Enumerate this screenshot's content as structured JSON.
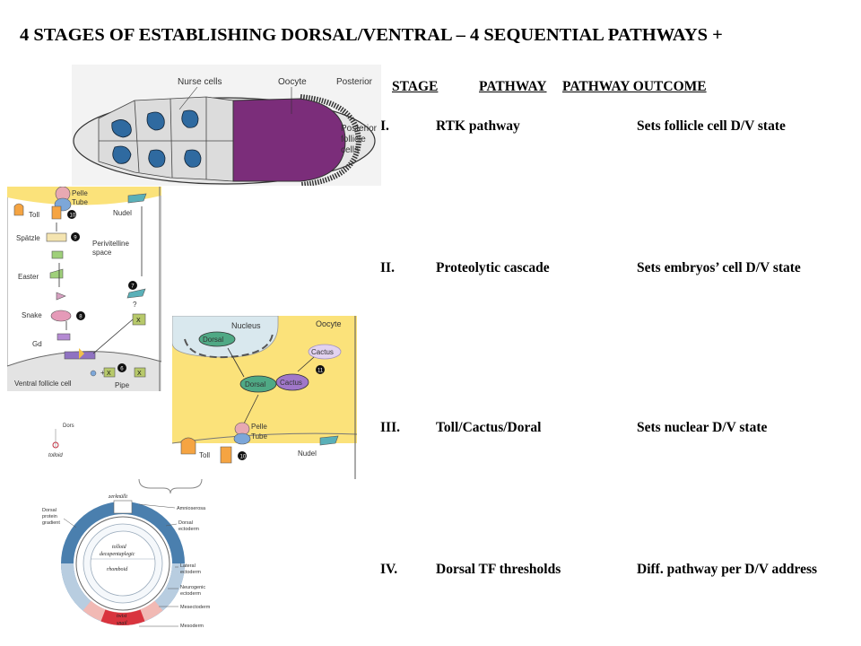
{
  "slide": {
    "title": "4 STAGES OF ESTABLISHING DORSAL/VENTRAL – 4 SEQUENTIAL PATHWAYS +"
  },
  "table": {
    "headers": {
      "stage": "STAGE",
      "pathway": "PATHWAY",
      "outcome": "PATHWAY OUTCOME"
    },
    "rows": [
      {
        "stage": "I.",
        "pathway": "RTK pathway",
        "outcome": "Sets follicle cell D/V state"
      },
      {
        "stage": "II.",
        "pathway": "Proteolytic cascade",
        "outcome": "Sets embryos’ cell D/V state"
      },
      {
        "stage": "III.",
        "pathway": "Toll/Cactus/Doral",
        "outcome": "Sets nuclear D/V state"
      },
      {
        "stage": "IV.",
        "pathway": "Dorsal TF thresholds",
        "outcome": "Diff. pathway per D/V address"
      }
    ]
  },
  "egg_chamber": {
    "labels": {
      "nurse_cells": "Nurse cells",
      "oocyte": "Oocyte",
      "posterior": "Posterior",
      "posterior_follicle_1": "Posterior",
      "posterior_follicle_2": "follicle",
      "posterior_follicle_3": "cells"
    }
  },
  "cascade": {
    "labels": {
      "pelle": "Pelle",
      "tube": "Tube",
      "toll": "Toll",
      "nudel": "Nudel",
      "spatzle": "Spätzle",
      "perivitelline_1": "Perivitelline",
      "perivitelline_2": "space",
      "easter": "Easter",
      "snake": "Snake",
      "gd": "Gd",
      "ventral_follicle": "Ventral follicle cell",
      "pipe": "Pipe",
      "x1": "X",
      "x2": "X",
      "x3": "X",
      "q": "?",
      "plus": "+",
      "n10": "10",
      "n9": "9",
      "n8": "8",
      "n7": "7",
      "n6": "6"
    }
  },
  "nuclear": {
    "labels": {
      "nucleus": "Nucleus",
      "oocyte": "Oocyte",
      "dorsal_nuc": "Dorsal",
      "cactus_free": "Cactus",
      "dorsal": "Dorsal",
      "cactus": "Cactus",
      "n11": "11",
      "pelle": "Pelle",
      "tube": "Tube",
      "toll": "Toll",
      "n10": "10",
      "nudel": "Nudel"
    }
  },
  "fragment": {
    "dors": "Dors",
    "tolloid": "tolloid"
  },
  "gradient": {
    "labels": {
      "zerknullt": "zerknüllt",
      "dorsal_protein_1": "Dorsal",
      "dorsal_protein_2": "protein",
      "dorsal_protein_3": "gradient",
      "tolloid": "tolloid",
      "decapentaplegic": "decapentaplegic",
      "rhomboid": "rhomboid",
      "twist": "twist",
      "snail": "snail",
      "amnioserosa": "Amnioserosa",
      "dorsal_ecto_1": "Dorsal",
      "dorsal_ecto_2": "ectoderm",
      "lateral_1": "Lateral",
      "lateral_2": "ectoderm",
      "neuro_1": "Neurogenic",
      "neuro_2": "ectoderm",
      "mesectoderm": "Mesectoderm",
      "mesoderm": "Mesoderm"
    }
  }
}
